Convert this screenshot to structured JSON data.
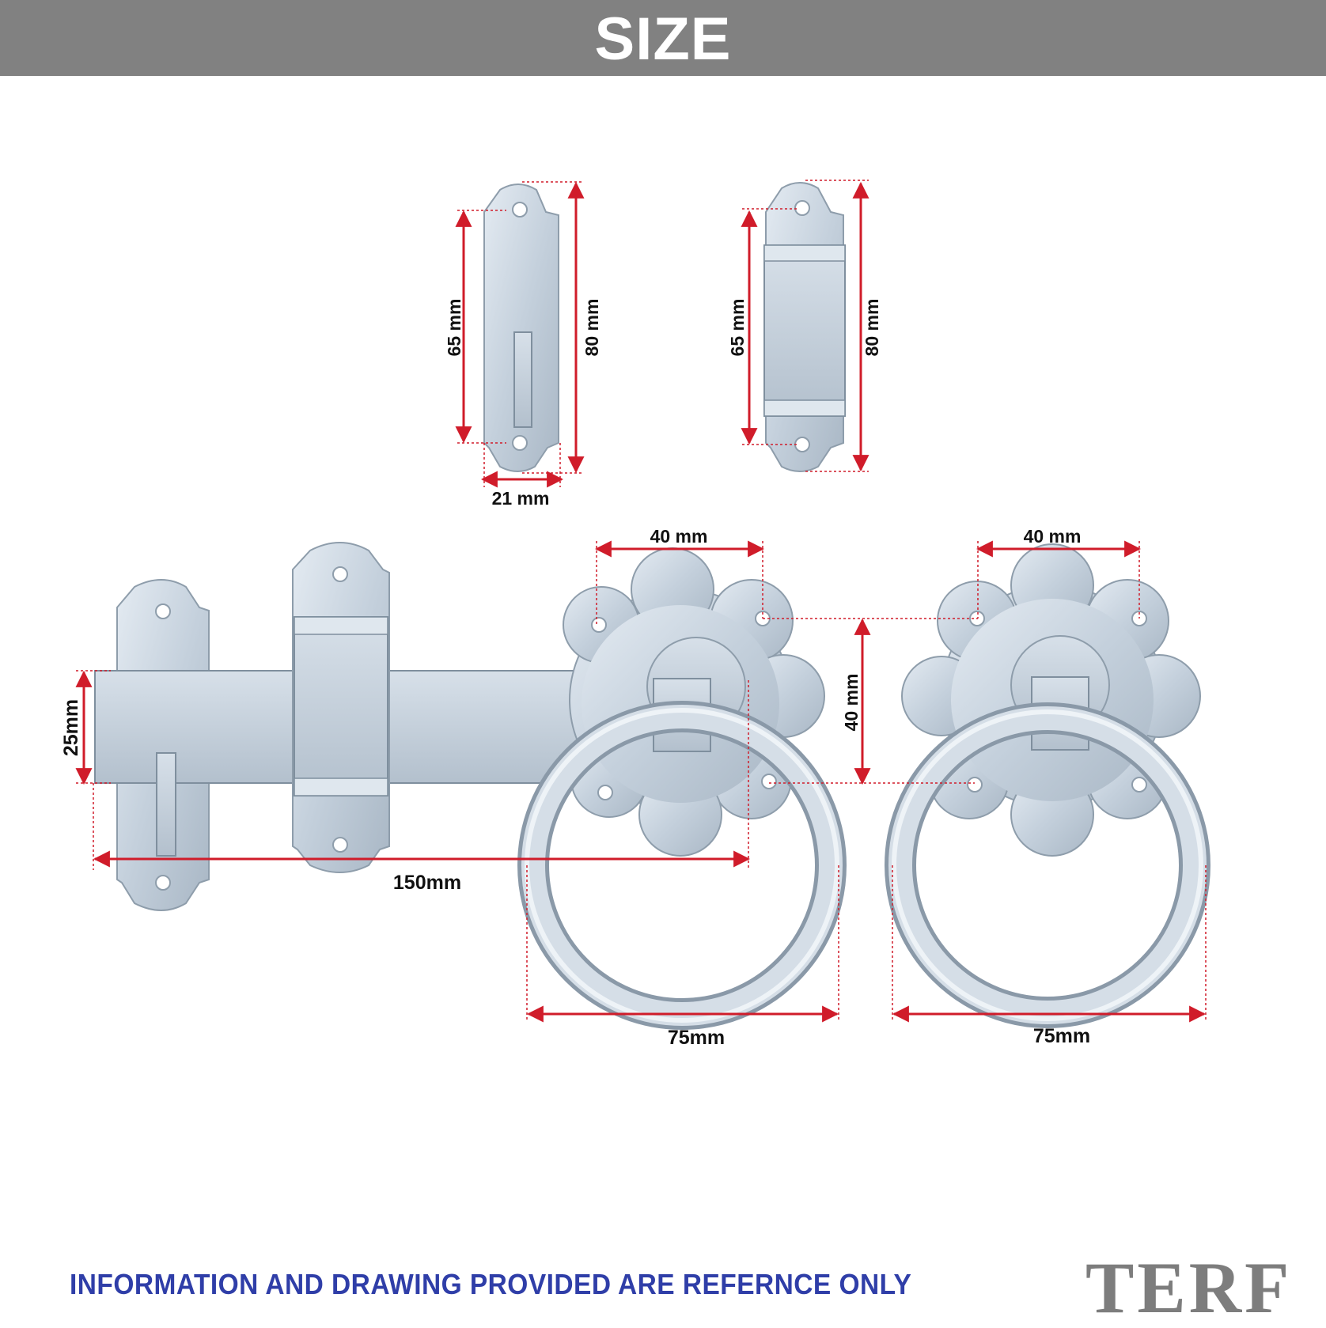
{
  "header": {
    "title": "SIZE"
  },
  "colors": {
    "banner": "#818181",
    "dimension_line": "#d01c2a",
    "metal": "#c9d4df",
    "footer_text": "#2f3ea8",
    "logo": "#7d7d7d"
  },
  "dimensions": {
    "keeper_a_height_inner": "65 mm",
    "keeper_a_height_outer": "80 mm",
    "keeper_a_width": "21 mm",
    "keeper_b_height_inner": "65 mm",
    "keeper_b_height_outer": "80 mm",
    "rose_hole_spacing_left": "40 mm",
    "rose_hole_spacing_right": "40 mm",
    "rose_hole_spacing_vertical": "40 mm",
    "bar_height": "25mm",
    "bar_length": "150mm",
    "ring_diameter_left": "75mm",
    "ring_diameter_right": "75mm"
  },
  "footer": {
    "note": "INFORMATION AND DRAWING PROVIDED ARE REFERNCE ONLY",
    "logo": "TERF"
  }
}
